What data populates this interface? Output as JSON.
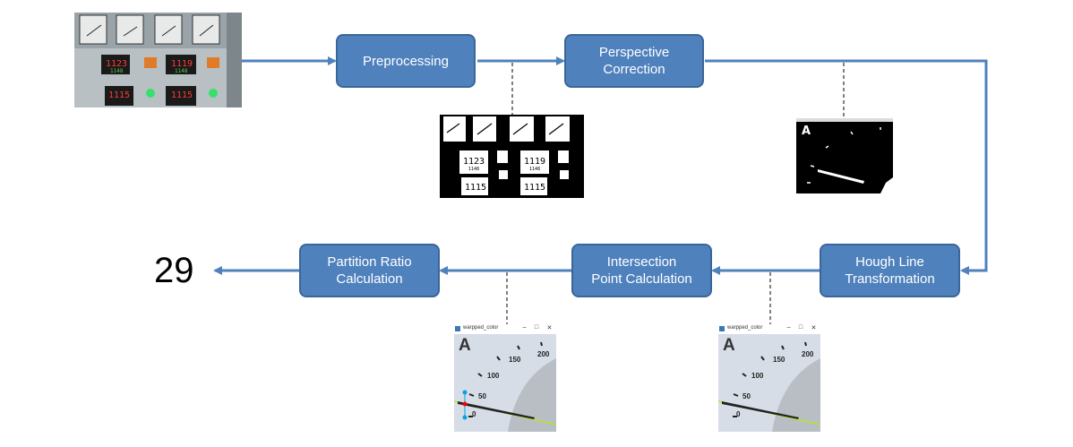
{
  "nodes": {
    "preprocessing": {
      "line1": "Preprocessing"
    },
    "perspective": {
      "line1": "Perspective",
      "line2": "Correction"
    },
    "hough": {
      "line1": "Hough Line",
      "line2": "Transformation"
    },
    "intersection": {
      "line1": "Intersection",
      "line2": "Point Calculation"
    },
    "partition": {
      "line1": "Partition Ratio",
      "line2": "Calculation"
    }
  },
  "result_value": "29",
  "thumbnails": {
    "masked_gauge": {
      "letter": "A"
    },
    "gauge_window": {
      "title": "warpped_color",
      "window_buttons": [
        "–",
        "□",
        "✕"
      ],
      "letter": "A",
      "scale_labels": [
        "0",
        "50",
        "100",
        "150",
        "200"
      ]
    }
  },
  "colors": {
    "node_fill": "#4f81bd",
    "node_border": "#3a6699",
    "arrow": "#4f81bd",
    "needle_line": "#b5e61d",
    "marker_blue": "#00a2e8",
    "marker_red": "#ff0000"
  }
}
